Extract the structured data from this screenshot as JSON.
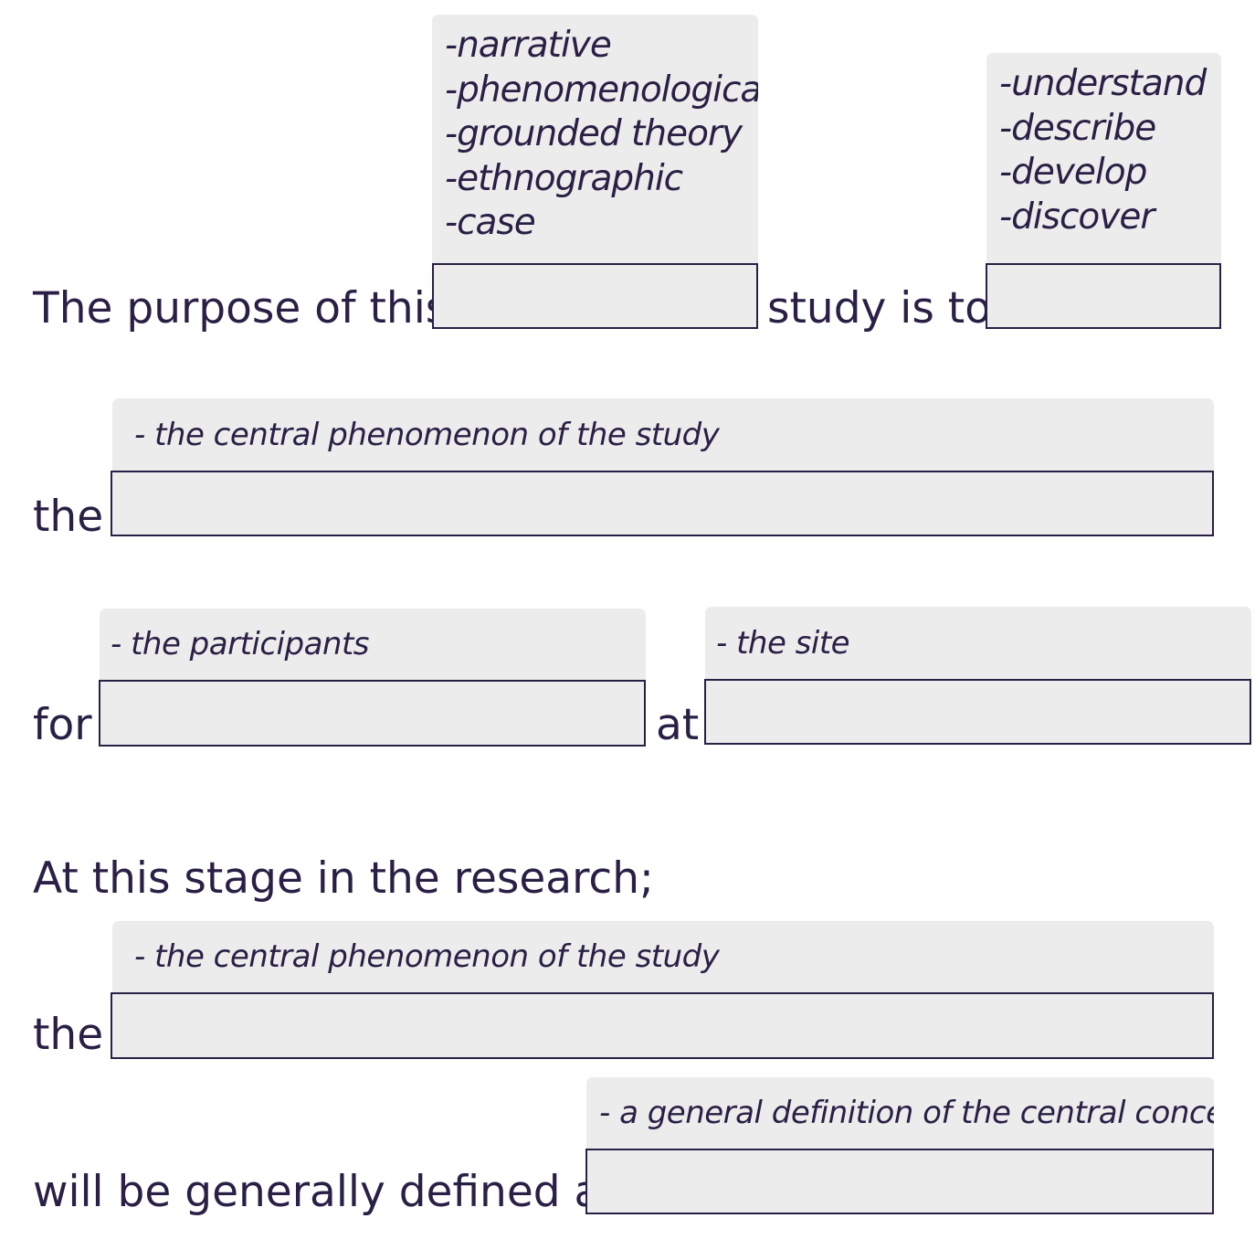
{
  "sentence1": {
    "prefix": "The purpose of this",
    "middle": "study is to",
    "approach_hints": [
      "-narrative",
      "-phenomenological",
      "-grounded theory",
      "-ethnographic",
      "-case"
    ],
    "verb_hints": [
      "-understand",
      "-describe",
      "-develop",
      "-discover"
    ]
  },
  "sentence2": {
    "prefix": "the",
    "hint": "- the central phenomenon of the study"
  },
  "sentence3": {
    "prefix": "for",
    "participants_hint": "- the participants",
    "middle": "at",
    "site_hint": "- the site"
  },
  "stage": {
    "heading": "At this stage in the research;",
    "prefix": "the",
    "phenomenon_hint": "- the central phenomenon of the study",
    "definition_prefix": "will be generally defined as",
    "definition_hint": "- a general definition of the central concept"
  }
}
